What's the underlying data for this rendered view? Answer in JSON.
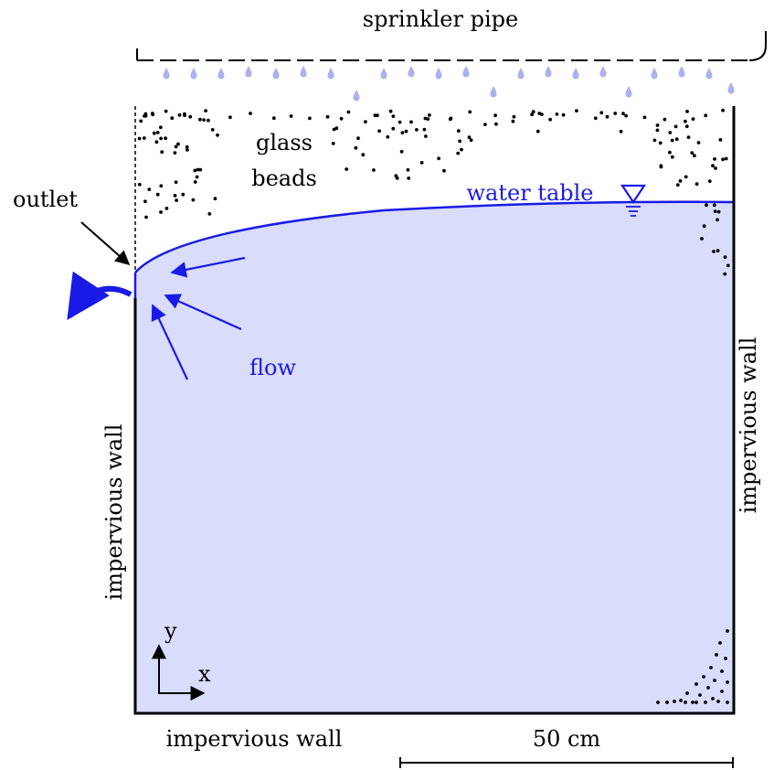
{
  "labels": {
    "sprinkler": "sprinkler pipe",
    "beads_line1": "glass",
    "beads_line2": "beads",
    "water_table": "water table",
    "outlet": "outlet",
    "flow": "flow",
    "wall_left": "impervious wall",
    "wall_right": "impervious wall",
    "wall_bottom": "impervious wall",
    "scale": "50 cm",
    "axis_x": "x",
    "axis_y": "y"
  },
  "colors": {
    "water_fill": "#d9dcfb",
    "water_line": "#1a1ae6",
    "droplet": "#aab3f0",
    "wall": "#000000"
  }
}
